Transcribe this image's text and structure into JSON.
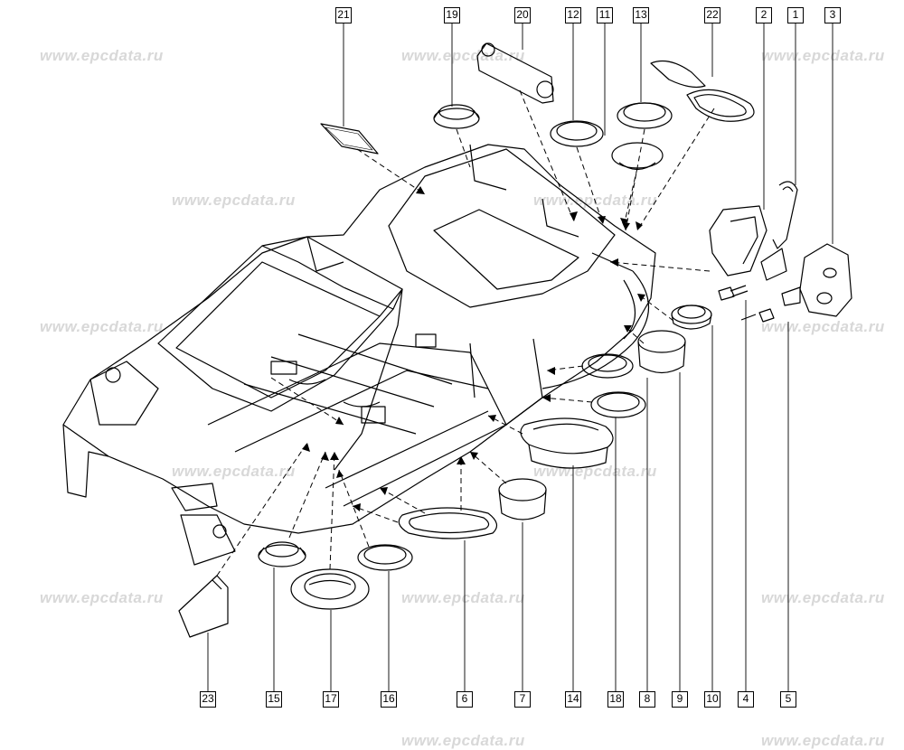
{
  "watermark": {
    "text": "www.epcdata.ru",
    "color": "#d8d8d8"
  },
  "callouts": {
    "top": [
      "21",
      "19",
      "20",
      "12",
      "11",
      "13",
      "22",
      "2",
      "1",
      "3"
    ],
    "bottom": [
      "23",
      "15",
      "17",
      "16",
      "6",
      "7",
      "14",
      "18",
      "8",
      "9",
      "10",
      "4",
      "5"
    ]
  },
  "colors": {
    "line": "#000000",
    "background": "#ffffff"
  }
}
